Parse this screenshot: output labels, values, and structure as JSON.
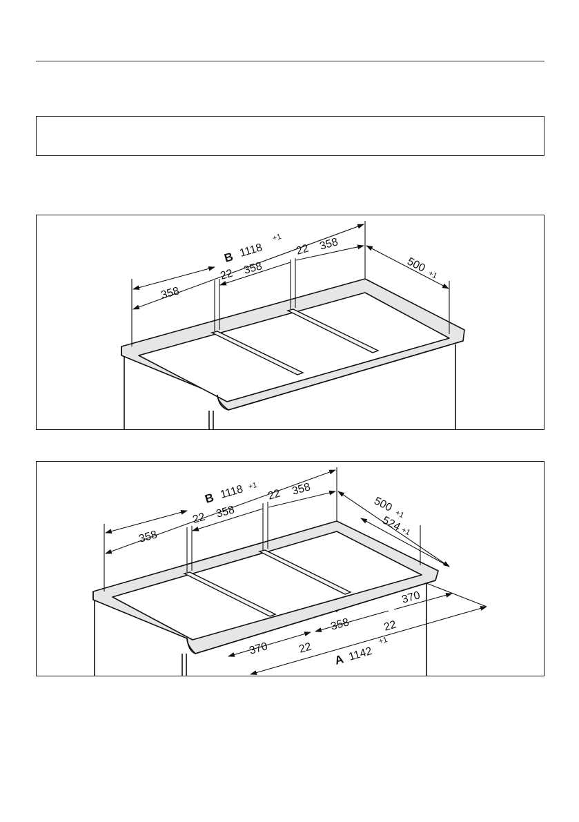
{
  "figure1": {
    "label_b": "B",
    "overall": "1118",
    "overall_tol": "+1",
    "seg_left": "358",
    "bar1_width": "22",
    "seg_mid": "358",
    "bar2_width": "22",
    "seg_right": "358",
    "depth": "500",
    "depth_tol": "+1"
  },
  "figure2": {
    "label_b": "B",
    "overall_b": "1118",
    "overall_b_tol": "+1",
    "seg_left": "358",
    "bar1_width": "22",
    "seg_mid": "358",
    "bar2_width": "22",
    "seg_right": "358",
    "depth": "500",
    "depth_tol": "+1",
    "inner_depth": "524",
    "inner_depth_tol": "+1",
    "label_a": "A",
    "overall_a": "1142",
    "overall_a_tol": "+1",
    "front_left": "370",
    "front_bar1": "22",
    "front_mid": "358",
    "front_bar2": "22",
    "front_right": "370"
  }
}
